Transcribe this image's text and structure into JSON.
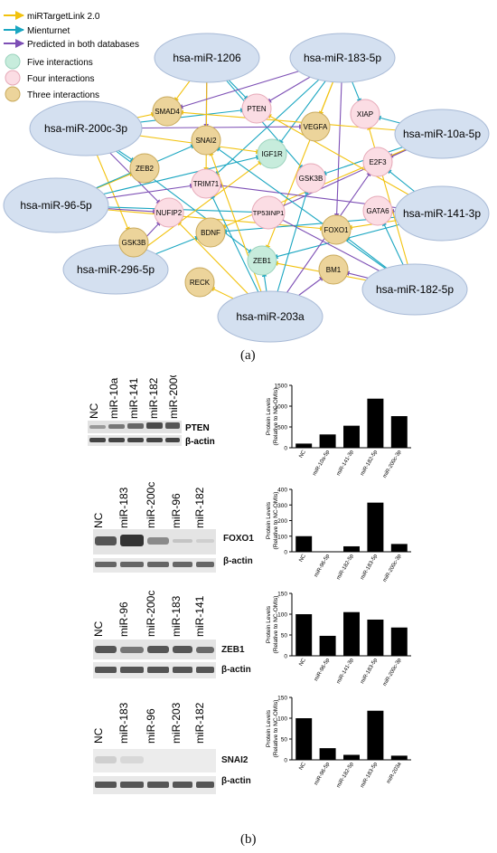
{
  "legend": {
    "edge_types": [
      {
        "label": "miRTargetLink 2.0",
        "color": "#f2c20e"
      },
      {
        "label": "Mienturnet",
        "color": "#1aa6c1"
      },
      {
        "label": "Predicted in both databases",
        "color": "#7d4fb5"
      }
    ],
    "node_types": [
      {
        "label": "Five interactions",
        "color": "#c7ecdc"
      },
      {
        "label": "Four interactions",
        "color": "#fbdde4"
      },
      {
        "label": "Three interactions",
        "color": "#ecd49b"
      }
    ]
  },
  "mirnas": [
    {
      "id": "m1206",
      "label": "hsa-miR-1206"
    },
    {
      "id": "m183",
      "label": "hsa-miR-183-5p"
    },
    {
      "id": "m200c",
      "label": "hsa-miR-200c-3p"
    },
    {
      "id": "m10a",
      "label": "hsa-miR-10a-5p"
    },
    {
      "id": "m96",
      "label": "hsa-miR-96-5p"
    },
    {
      "id": "m141",
      "label": "hsa-miR-141-3p"
    },
    {
      "id": "m296",
      "label": "hsa-miR-296-5p"
    },
    {
      "id": "m182",
      "label": "hsa-miR-182-5p"
    },
    {
      "id": "m203",
      "label": "hsa-miR-203a"
    }
  ],
  "genes": [
    {
      "id": "PTEN",
      "label": "PTEN",
      "level": "four"
    },
    {
      "id": "SMAD4",
      "label": "SMAD4",
      "level": "three"
    },
    {
      "id": "SNAI2",
      "label": "SNAI2",
      "level": "three"
    },
    {
      "id": "VEGFA",
      "label": "VEGFA",
      "level": "three"
    },
    {
      "id": "XIAP",
      "label": "XIAP",
      "level": "four"
    },
    {
      "id": "IGF1R",
      "label": "IGF1R",
      "level": "five"
    },
    {
      "id": "E2F3",
      "label": "E2F3",
      "level": "four"
    },
    {
      "id": "ZEB2",
      "label": "ZEB2",
      "level": "three"
    },
    {
      "id": "TRIM71",
      "label": "TRIM71",
      "level": "four"
    },
    {
      "id": "GSK3Bb",
      "label": "GSK3B",
      "level": "four"
    },
    {
      "id": "NUFIP2",
      "label": "NUFIP2",
      "level": "four"
    },
    {
      "id": "TP53INP1",
      "label": "TP53INP1",
      "level": "four"
    },
    {
      "id": "GATA6",
      "label": "GATA6",
      "level": "four"
    },
    {
      "id": "BDNF",
      "label": "BDNF",
      "level": "three"
    },
    {
      "id": "FOXO1",
      "label": "FOXO1",
      "level": "three"
    },
    {
      "id": "GSK3Ba",
      "label": "GSK3B",
      "level": "three"
    },
    {
      "id": "ZEB1",
      "label": "ZEB1",
      "level": "five"
    },
    {
      "id": "BM1",
      "label": "BM1",
      "level": "three"
    },
    {
      "id": "RECK",
      "label": "RECK",
      "level": "three"
    }
  ],
  "panel_a_label": "(a)",
  "panel_b_label": "(b)",
  "blots": [
    {
      "lanes": [
        "NC",
        "miR-10a",
        "miR-141",
        "miR-182",
        "miR-200C"
      ],
      "target": "PTEN",
      "control": "β-actin"
    },
    {
      "lanes": [
        "NC",
        "miR-183",
        "miR-200c",
        "miR-96",
        "miR-182"
      ],
      "target": "FOXO1",
      "control": "β-actin"
    },
    {
      "lanes": [
        "NC",
        "miR-96",
        "miR-200c",
        "miR-183",
        "miR-141"
      ],
      "target": "ZEB1",
      "control": "β-actin"
    },
    {
      "lanes": [
        "NC",
        "miR-183",
        "miR-96",
        "miR-203",
        "miR-182"
      ],
      "target": "SNAI2",
      "control": "β-actin"
    }
  ],
  "chart_data": [
    {
      "type": "bar",
      "categories": [
        "NC",
        "miR-10a-5p",
        "miR-141-3p",
        "miR-182-5p",
        "miR-200c-3p"
      ],
      "values": [
        100,
        320,
        530,
        1180,
        760
      ],
      "ylabel": "Protein Levels\n(Relative to NC-OMIs)",
      "ylim": [
        0,
        1500
      ],
      "yticks": [
        0,
        500,
        1000,
        1500
      ]
    },
    {
      "type": "bar",
      "categories": [
        "NC",
        "miR-96-5p",
        "miR-182-5p",
        "miR-183-5p",
        "miR-200c-3p"
      ],
      "values": [
        100,
        0,
        35,
        315,
        50
      ],
      "ylabel": "Protein Levels\n(Relative to NC-OMIs)",
      "ylim": [
        0,
        400
      ],
      "yticks": [
        0,
        100,
        200,
        300,
        400
      ]
    },
    {
      "type": "bar",
      "categories": [
        "NC",
        "miR-96-5p",
        "miR-141-3p",
        "miR-183-5p",
        "miR-200c-3p"
      ],
      "values": [
        100,
        48,
        105,
        87,
        68
      ],
      "ylabel": "Protein Levels\n(Relative to NC-OMIs)",
      "ylim": [
        0,
        150
      ],
      "yticks": [
        0,
        50,
        100,
        150
      ]
    },
    {
      "type": "bar",
      "categories": [
        "NC",
        "miR-96-5p",
        "miR-182-5p",
        "miR-183-5p",
        "miR-203a"
      ],
      "values": [
        100,
        28,
        12,
        118,
        10
      ],
      "ylabel": "Protein Levels\n(Relative to NC-OMIs)",
      "ylim": [
        0,
        150
      ],
      "yticks": [
        0,
        50,
        100,
        150
      ]
    }
  ]
}
